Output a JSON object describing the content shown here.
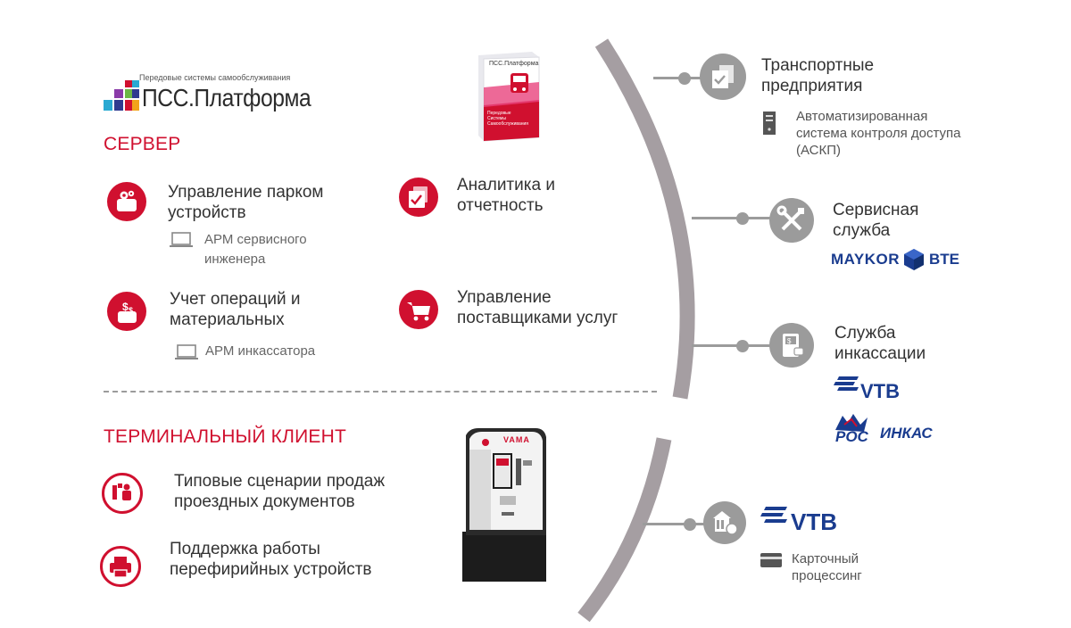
{
  "logo": {
    "tagline": "Передовые системы самообслуживания",
    "name": "ПСС.Платформа",
    "colors": [
      "#2aa9d2",
      "#2f3a8f",
      "#d0102f",
      "#6bb744",
      "#8a3aa8",
      "#f2a31a"
    ]
  },
  "box": {
    "brand": "ПСС.Платформа",
    "lines": [
      "Передовые",
      "Системы",
      "Самообслуживания"
    ]
  },
  "server": {
    "title": "СЕРВЕР",
    "items": [
      {
        "label": "Управление парком устройств",
        "sub": "АРМ сервисного инженера"
      },
      {
        "label": "Аналитика и отчетность"
      },
      {
        "label": "Учет операций и материальных",
        "sub": "АРМ инкассатора"
      },
      {
        "label": "Управление поставщиками услуг"
      }
    ]
  },
  "terminal": {
    "title": "ТЕРМИНАЛЬНЫЙ КЛИЕНТ",
    "items": [
      {
        "label": "Типовые сценарии продаж проездных документов"
      },
      {
        "label": "Поддержка работы перефирийных устройств"
      }
    ],
    "kiosk_brand": "VAMA"
  },
  "partners": {
    "transport": {
      "label": "Транспортные предприятия",
      "sub": "Автоматизированная система контроля доступа (АСКП)"
    },
    "service": {
      "label": "Сервисная служба",
      "logo_left": "MAYKOR",
      "logo_right": "BTE"
    },
    "collection": {
      "label": "Служба инкассации",
      "logo1": "VTB",
      "logo2_left": "РОС",
      "logo2_right": "ИНКАС"
    },
    "bank": {
      "logo": "VTB",
      "sub": "Карточный процессинг"
    }
  },
  "colors": {
    "accent": "#d0102f",
    "gray": "#9b9b9b",
    "vtb_blue": "#1a3c8f"
  }
}
